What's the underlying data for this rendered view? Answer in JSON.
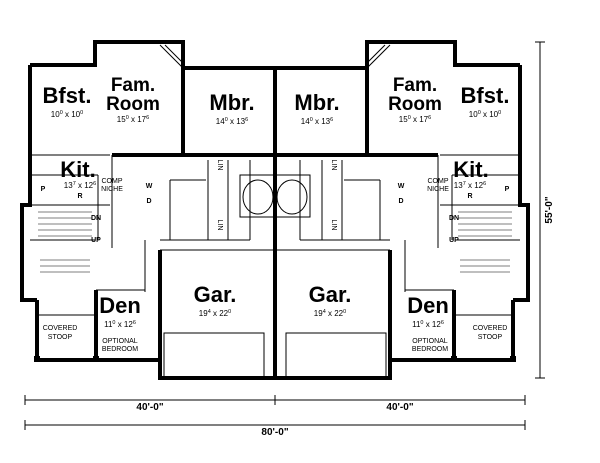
{
  "rooms": {
    "left": {
      "bfst": {
        "name": "Bfst.",
        "w": "10",
        "wi": "0",
        "h": "10",
        "hi": "0"
      },
      "fam_line1": "Fam.",
      "fam_line2": "Room",
      "fam": {
        "w": "15",
        "wi": "0",
        "h": "17",
        "hi": "6"
      },
      "mbr": {
        "name": "Mbr.",
        "w": "14",
        "wi": "0",
        "h": "13",
        "hi": "6"
      },
      "kit": {
        "name": "Kit.",
        "w": "13",
        "wi": "7",
        "h": "12",
        "hi": "6"
      },
      "den": {
        "name": "Den",
        "w": "11",
        "wi": "0",
        "h": "12",
        "hi": "6"
      },
      "gar": {
        "name": "Gar.",
        "w": "19",
        "wi": "4",
        "h": "22",
        "hi": "0"
      }
    },
    "right": {
      "bfst": {
        "name": "Bfst.",
        "w": "10",
        "wi": "0",
        "h": "10",
        "hi": "0"
      },
      "fam_line1": "Fam.",
      "fam_line2": "Room",
      "fam": {
        "w": "15",
        "wi": "0",
        "h": "17",
        "hi": "6"
      },
      "mbr": {
        "name": "Mbr.",
        "w": "14",
        "wi": "0",
        "h": "13",
        "hi": "6"
      },
      "kit": {
        "name": "Kit.",
        "w": "13",
        "wi": "7",
        "h": "12",
        "hi": "6"
      },
      "den": {
        "name": "Den",
        "w": "11",
        "wi": "0",
        "h": "12",
        "hi": "6"
      },
      "gar": {
        "name": "Gar.",
        "w": "19",
        "wi": "4",
        "h": "22",
        "hi": "0"
      }
    }
  },
  "labels": {
    "comp_line1": "COMP",
    "comp_line2": "NICHE",
    "lin": "LIN",
    "w": "W",
    "d": "D",
    "p": "P",
    "r": "R",
    "dn": "DN",
    "up": "UP",
    "stoop_line1": "COVERED",
    "stoop_line2": "STOOP",
    "opt_line1": "OPTIONAL",
    "opt_line2": "BEDROOM"
  },
  "dimensions": {
    "half_left": "40'-0\"",
    "half_right": "40'-0\"",
    "total": "80'-0\"",
    "depth": "55'-0\""
  }
}
